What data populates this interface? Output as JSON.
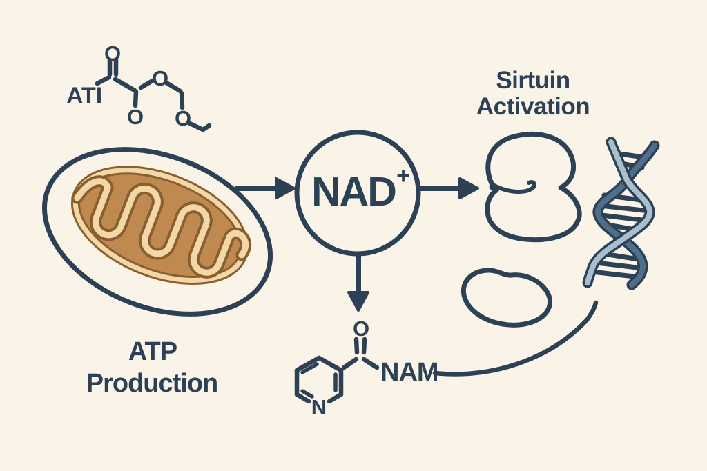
{
  "colors": {
    "background": "#faf4e8",
    "ink": "#2d4156",
    "nad_fill": "#dbe3e8",
    "protein_fill": "#a1b1bf",
    "mito_outer": "#e9b87f",
    "mito_matrix": "#bf8950",
    "cristae_fill": "#f4d7a6",
    "cristae_outline": "#8a5f30",
    "dna_strand_light": "#aabfcd",
    "dna_strand_dark": "#4f6e8a"
  },
  "labels": {
    "atp_molecule": "ATI",
    "nad": {
      "text": "NAD",
      "sup": "+"
    },
    "sirtuin": {
      "line1": "Sirtuin",
      "line2": "Activation"
    },
    "mito_caption": {
      "line1": "ATP",
      "line2": "Production"
    },
    "nam": "NAM"
  },
  "atoms": {
    "oxygen": "O",
    "nitrogen": "N"
  }
}
